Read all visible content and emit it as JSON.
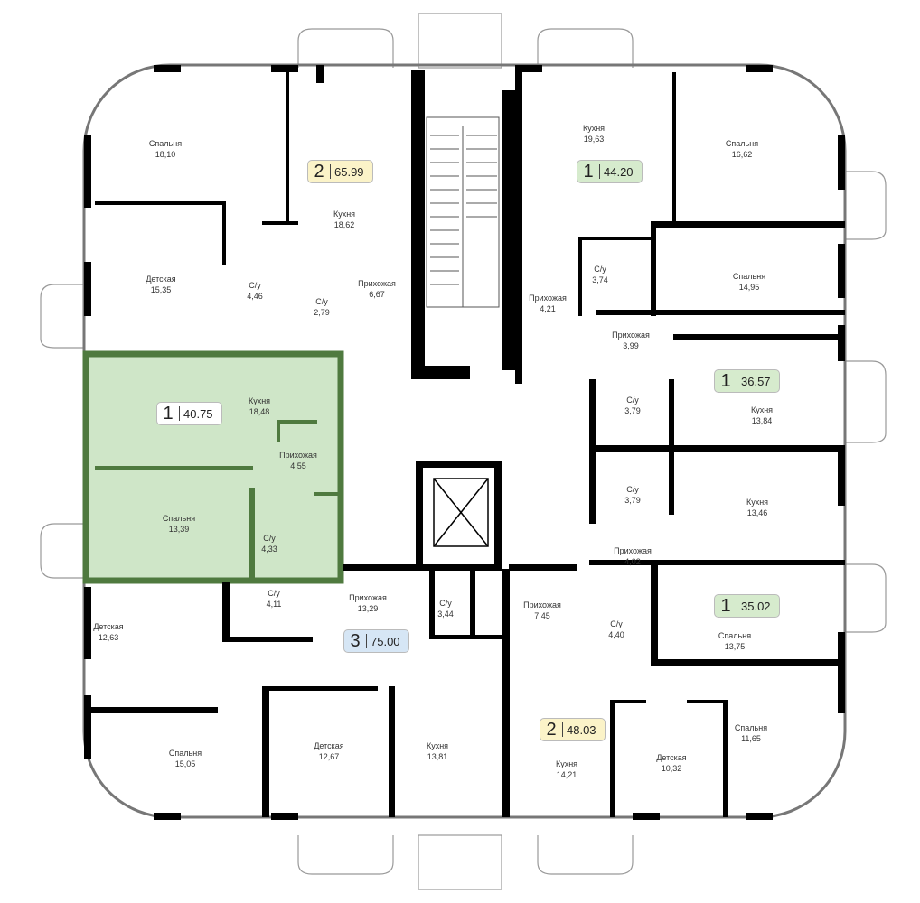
{
  "colors": {
    "wall": "#000000",
    "highlight_fill": "#cfe6c8",
    "highlight_border": "#4f7a3f",
    "badge_yellow": "#fbf3c8",
    "badge_green": "#d6ebcd",
    "badge_blue": "#d6e6f5",
    "badge_white": "#ffffff"
  },
  "apartments": [
    {
      "rooms": "2",
      "area": "65.99",
      "color": "#fbf3c8"
    },
    {
      "rooms": "1",
      "area": "44.20",
      "color": "#d6ebcd"
    },
    {
      "rooms": "1",
      "area": "40.75",
      "color": "#ffffff",
      "selected": true
    },
    {
      "rooms": "1",
      "area": "36.57",
      "color": "#d6ebcd"
    },
    {
      "rooms": "1",
      "area": "35.02",
      "color": "#d6ebcd"
    },
    {
      "rooms": "3",
      "area": "75.00",
      "color": "#d6e6f5"
    },
    {
      "rooms": "2",
      "area": "48.03",
      "color": "#fbf3c8"
    }
  ],
  "rooms": [
    {
      "name": "Спальня",
      "area": "18,10"
    },
    {
      "name": "Кухня",
      "area": "18,62"
    },
    {
      "name": "Детская",
      "area": "15,35"
    },
    {
      "name": "С/у",
      "area": "4,46"
    },
    {
      "name": "С/у",
      "area": "2,79"
    },
    {
      "name": "Прихожая",
      "area": "6,67"
    },
    {
      "name": "Кухня",
      "area": "19,63"
    },
    {
      "name": "Спальня",
      "area": "16,62"
    },
    {
      "name": "С/у",
      "area": "3,74"
    },
    {
      "name": "Прихожая",
      "area": "4,21"
    },
    {
      "name": "Спальня",
      "area": "14,95"
    },
    {
      "name": "Прихожая",
      "area": "3,99"
    },
    {
      "name": "Кухня",
      "area": "18,48"
    },
    {
      "name": "Прихожая",
      "area": "4,55"
    },
    {
      "name": "Спальня",
      "area": "13,39"
    },
    {
      "name": "С/у",
      "area": "4,33"
    },
    {
      "name": "С/у",
      "area": "3,79"
    },
    {
      "name": "Кухня",
      "area": "13,84"
    },
    {
      "name": "С/у",
      "area": "3,79"
    },
    {
      "name": "Кухня",
      "area": "13,46"
    },
    {
      "name": "Прихожая",
      "area": "4,02"
    },
    {
      "name": "Прихожая",
      "area": "7,45"
    },
    {
      "name": "С/у",
      "area": "4,40"
    },
    {
      "name": "Спальня",
      "area": "13,75"
    },
    {
      "name": "Детская",
      "area": "12,63"
    },
    {
      "name": "С/у",
      "area": "4,11"
    },
    {
      "name": "Прихожая",
      "area": "13,29"
    },
    {
      "name": "С/у",
      "area": "3,44"
    },
    {
      "name": "Детская",
      "area": "12,67"
    },
    {
      "name": "Кухня",
      "area": "13,81"
    },
    {
      "name": "Спальня",
      "area": "15,05"
    },
    {
      "name": "Кухня",
      "area": "14,21"
    },
    {
      "name": "Детская",
      "area": "10,32"
    },
    {
      "name": "Спальня",
      "area": "11,65"
    }
  ]
}
